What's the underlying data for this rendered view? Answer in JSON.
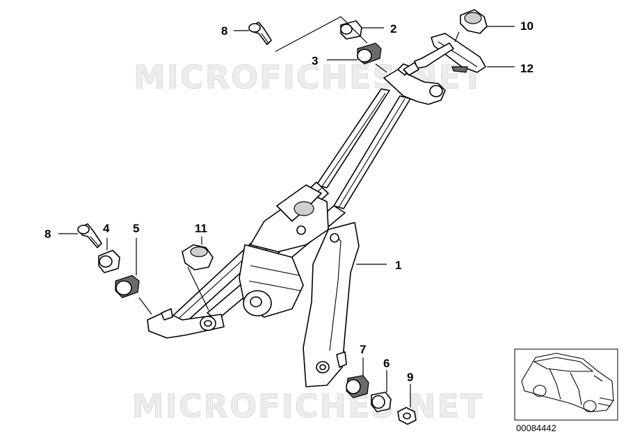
{
  "watermark": "MICROFICHES.NET",
  "callouts": {
    "p1": "1",
    "p2": "2",
    "p3": "3",
    "p4": "4",
    "p5": "5",
    "p6": "6",
    "p7": "7",
    "p8a": "8",
    "p8b": "8",
    "p9": "9",
    "p10": "10",
    "p11": "11",
    "p12": "12"
  },
  "document_number": "00084442"
}
